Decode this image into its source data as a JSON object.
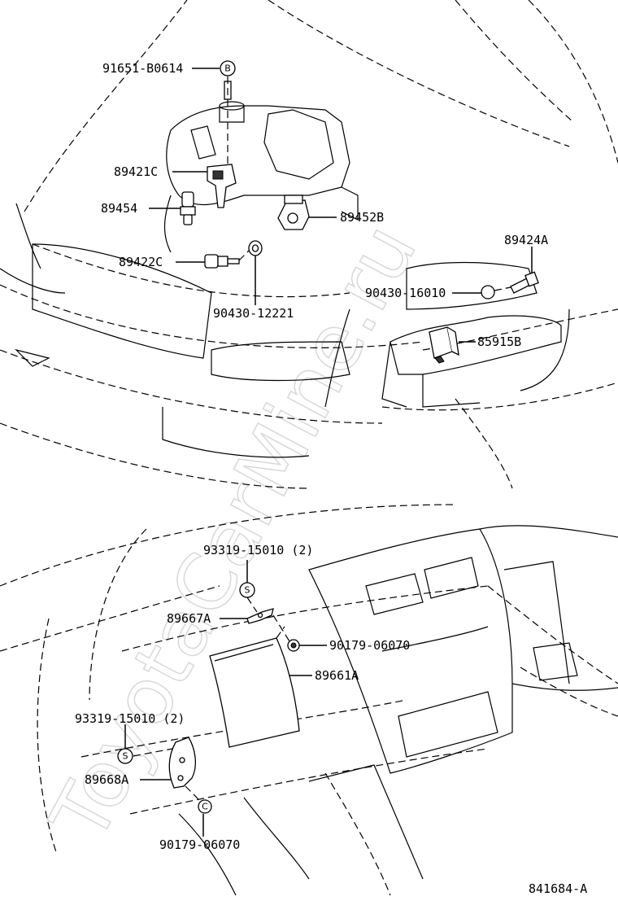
{
  "watermark": "ToyotaCarMine.ru",
  "diagram_code": "841684-A",
  "labels": {
    "p91651": "91651-B0614",
    "p91651_symbol": "B",
    "p89421c": "89421C",
    "p89454": "89454",
    "p89452b": "89452B",
    "p89422c": "89422C",
    "p90430_12221": "90430-12221",
    "p89424a": "89424A",
    "p90430_16010": "90430-16010",
    "p85915b": "85915B",
    "p93319_top": "93319-15010 (2)",
    "p93319_top_symbol": "S",
    "p89667a": "89667A",
    "p90179_top": "90179-06070",
    "p89661a": "89661A",
    "p93319_bottom": "93319-15010 (2)",
    "p93319_bottom_symbol": "S",
    "p89668a": "89668A",
    "p90179_bottom": "90179-06070",
    "p90179_bottom_symbol": "C"
  }
}
